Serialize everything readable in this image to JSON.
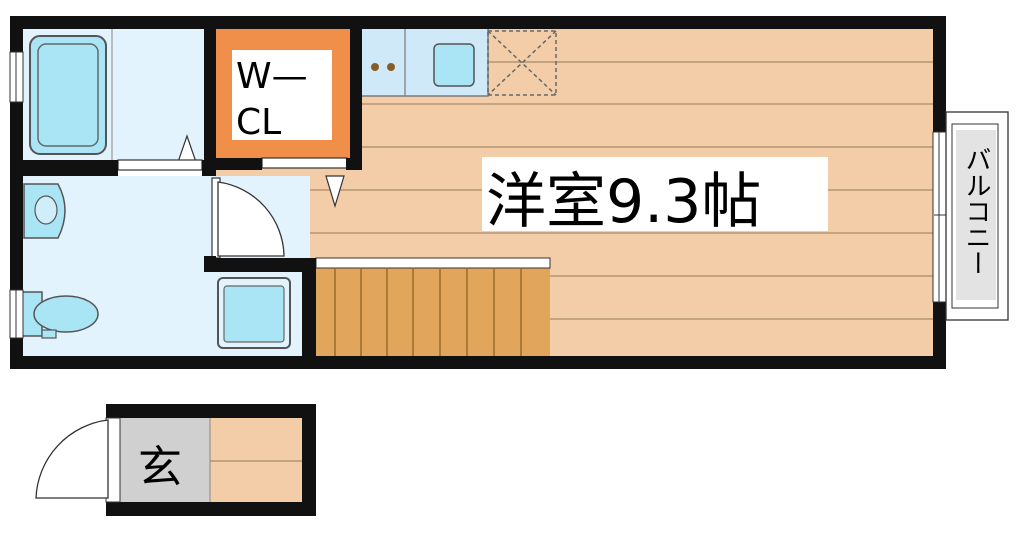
{
  "rooms": {
    "western_room": {
      "label": "洋室9.3帖"
    },
    "walk_in_closet": {
      "line1": "W—",
      "line2": "CL"
    },
    "balcony": {
      "label": "バルコニー"
    },
    "entrance": {
      "label": "玄"
    }
  },
  "colors": {
    "wall": "#111111",
    "flooring": "#f2cda8",
    "flooring_line": "#a88a6a",
    "wet_area": "#e3f3fd",
    "fixture_blue": "#a9e5f5",
    "closet_orange": "#f08f4a",
    "stairs": "#e2a55c",
    "entrance_floor": "#d0d0d0"
  }
}
